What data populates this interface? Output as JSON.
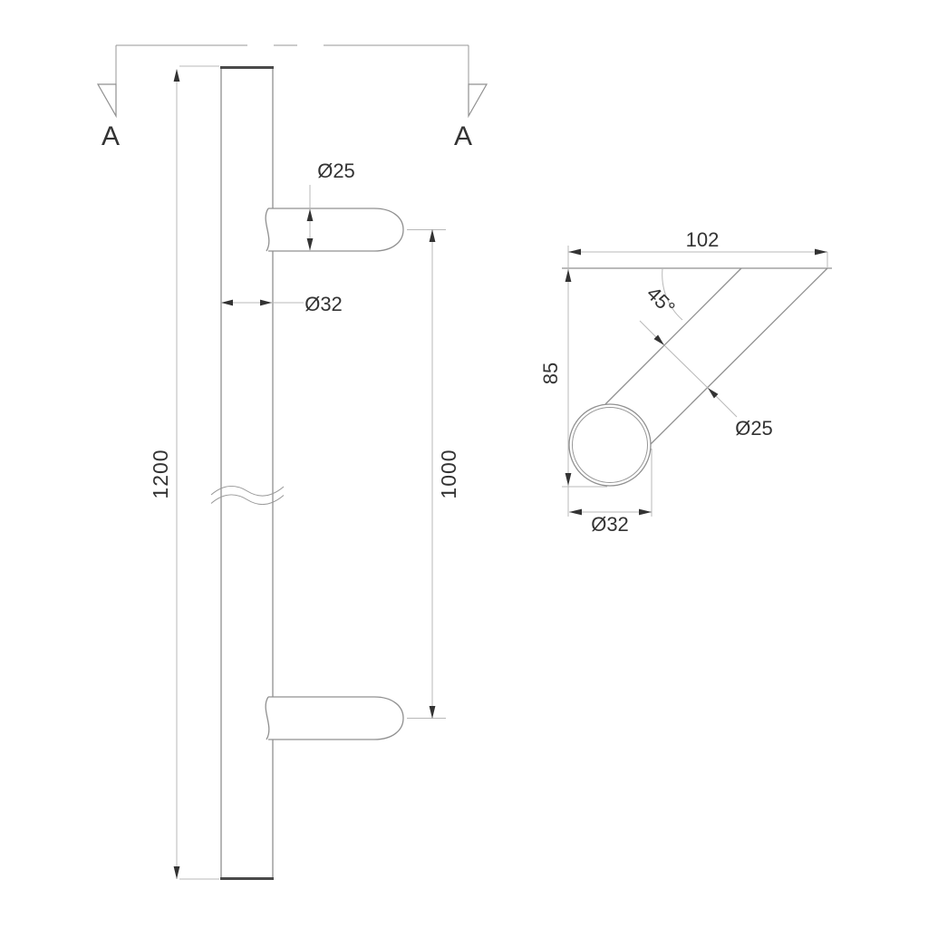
{
  "labels": {
    "section_cut_left": "A",
    "section_cut_right": "A",
    "front_view": {
      "support_diameter": "Ø25",
      "bar_diameter": "Ø32",
      "overall_length": "1200",
      "support_spacing": "1000"
    },
    "section_view": {
      "projection_width": "102",
      "offset_height": "85",
      "support_angle": "45°",
      "support_diameter": "Ø25",
      "tube_diameter": "Ø32"
    }
  },
  "colors": {
    "background": "#ffffff",
    "part_outline": "#909090",
    "dimension_line": "#b8b8b8",
    "bar_end_accent": "#4a4a4a",
    "text": "#333333"
  }
}
